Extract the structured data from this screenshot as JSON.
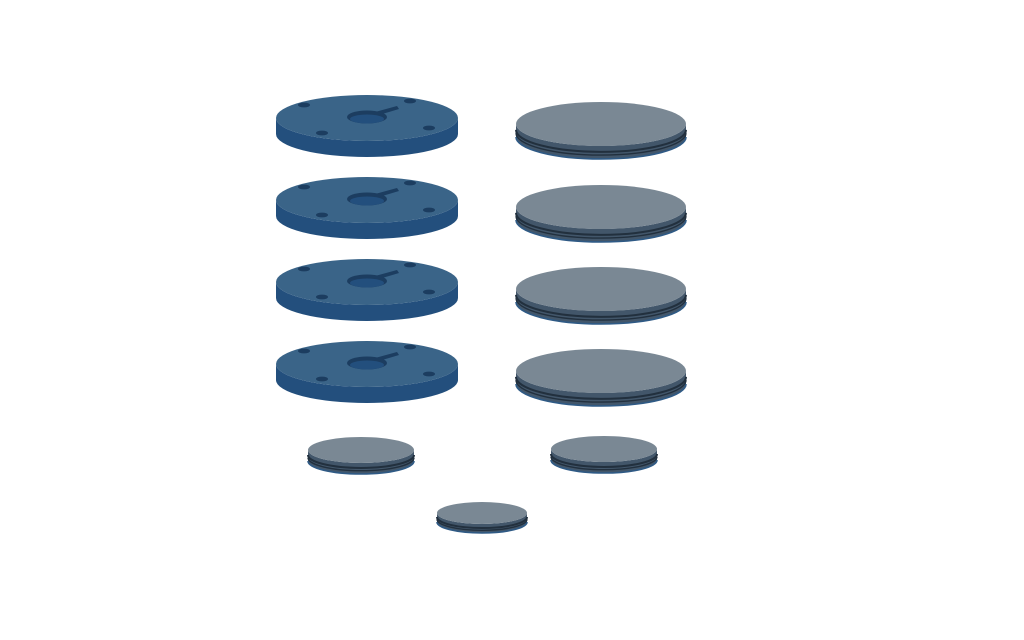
{
  "scene": {
    "background": "#ffffff",
    "colors": {
      "flange_side": "#234f7d",
      "flange_top": "#3a6488",
      "flange_hole": "#1c3d60",
      "disc_top": "#7a8894",
      "disc_side": "#42566a",
      "disc_groove": "#22303e",
      "disc_rim": "#2f5a85"
    },
    "parts": [
      {
        "kind": "flange",
        "name": "flange-plate-1"
      },
      {
        "kind": "flange",
        "name": "flange-plate-2"
      },
      {
        "kind": "flange",
        "name": "flange-plate-3"
      },
      {
        "kind": "flange",
        "name": "flange-plate-4"
      },
      {
        "kind": "disc",
        "name": "large-disc-1"
      },
      {
        "kind": "disc",
        "name": "large-disc-2"
      },
      {
        "kind": "disc",
        "name": "large-disc-3"
      },
      {
        "kind": "disc",
        "name": "large-disc-4"
      },
      {
        "kind": "disc",
        "name": "medium-disc-left"
      },
      {
        "kind": "disc",
        "name": "medium-disc-right"
      },
      {
        "kind": "disc",
        "name": "small-disc-bottom"
      }
    ]
  }
}
